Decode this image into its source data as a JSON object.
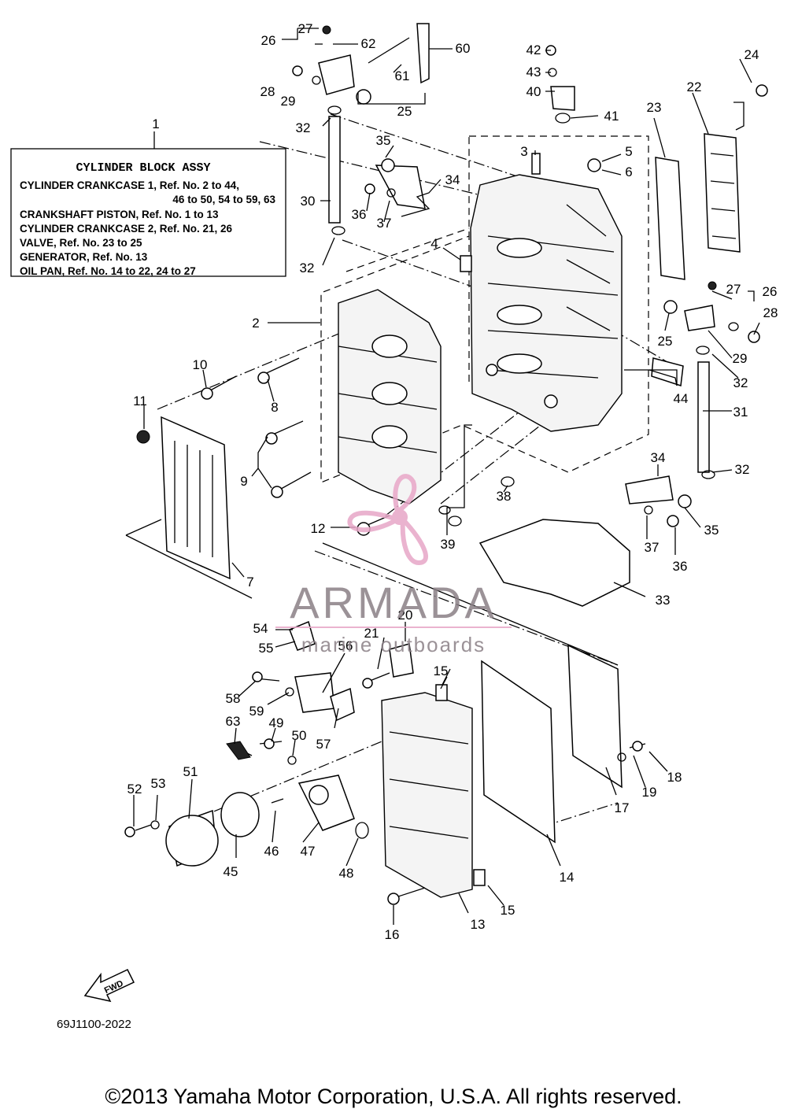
{
  "legend": {
    "title": "CYLINDER BLOCK ASSY",
    "lines": [
      "CYLINDER CRANKCASE 1, Ref. No. 2 to 44,",
      "46 to 50, 54 to 59, 63",
      "CRANKSHAFT PISTON, Ref. No. 1 to 13",
      "CYLINDER CRANKCASE 2, Ref. No. 21, 26",
      "VALVE, Ref. No. 23 to 25",
      "GENERATOR, Ref. No. 13",
      "OIL PAN, Ref. No. 14 to 22, 24 to 27"
    ]
  },
  "callouts": [
    "1",
    "2",
    "3",
    "4",
    "5",
    "6",
    "7",
    "8",
    "9",
    "10",
    "11",
    "12",
    "13",
    "14",
    "15",
    "15",
    "16",
    "17",
    "18",
    "19",
    "20",
    "21",
    "22",
    "23",
    "24",
    "25",
    "25",
    "26",
    "26",
    "27",
    "27",
    "28",
    "28",
    "29",
    "29",
    "30",
    "31",
    "32",
    "32",
    "32",
    "32",
    "33",
    "34",
    "34",
    "35",
    "35",
    "36",
    "36",
    "37",
    "37",
    "38",
    "39",
    "40",
    "41",
    "42",
    "43",
    "44",
    "45",
    "46",
    "47",
    "48",
    "49",
    "50",
    "51",
    "52",
    "53",
    "54",
    "55",
    "56",
    "57",
    "58",
    "59",
    "60",
    "61",
    "62",
    "63"
  ],
  "watermark": {
    "brand": "ARMADA",
    "tagline": "marine outboards",
    "color": "#e7a6c7"
  },
  "fwd_label": "FWD",
  "figure_code": "69J1100-2022",
  "copyright": "©2013 Yamaha Motor Corporation, U.S.A. All rights reserved."
}
